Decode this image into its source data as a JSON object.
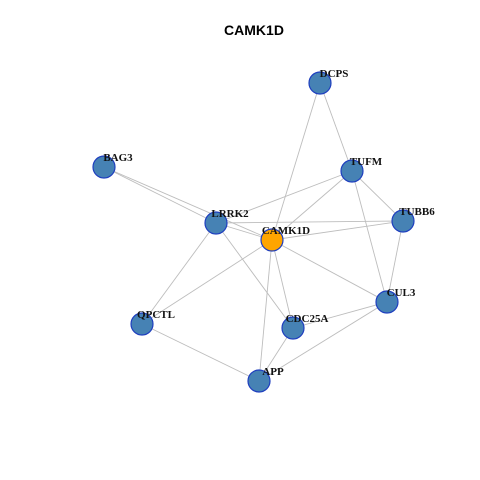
{
  "title": "CAMK1D",
  "colors": {
    "center_node": "#FFA500",
    "node": "#4682B4",
    "node_border": "#1F3FBF",
    "edge": "#BDBDBD"
  },
  "nodes": [
    {
      "id": "DCPS",
      "label": "DCPS",
      "center": false
    },
    {
      "id": "BAG3",
      "label": "BAG3",
      "center": false
    },
    {
      "id": "TUFM",
      "label": "TUFM",
      "center": false
    },
    {
      "id": "LRRK2",
      "label": "LRRK2",
      "center": false
    },
    {
      "id": "TUBB6",
      "label": "TUBB6",
      "center": false
    },
    {
      "id": "CAMK1D",
      "label": "CAMK1D",
      "center": true
    },
    {
      "id": "CUL3",
      "label": "CUL3",
      "center": false
    },
    {
      "id": "QPCTL",
      "label": "QPCTL",
      "center": false
    },
    {
      "id": "CDC25A",
      "label": "CDC25A",
      "center": false
    },
    {
      "id": "APP",
      "label": "APP",
      "center": false
    }
  ],
  "edges": [
    [
      "DCPS",
      "CAMK1D"
    ],
    [
      "DCPS",
      "TUFM"
    ],
    [
      "BAG3",
      "LRRK2"
    ],
    [
      "BAG3",
      "CAMK1D"
    ],
    [
      "TUFM",
      "LRRK2"
    ],
    [
      "TUFM",
      "CAMK1D"
    ],
    [
      "TUFM",
      "TUBB6"
    ],
    [
      "TUFM",
      "CUL3"
    ],
    [
      "LRRK2",
      "TUBB6"
    ],
    [
      "LRRK2",
      "CAMK1D"
    ],
    [
      "LRRK2",
      "QPCTL"
    ],
    [
      "LRRK2",
      "CDC25A"
    ],
    [
      "TUBB6",
      "CAMK1D"
    ],
    [
      "TUBB6",
      "CUL3"
    ],
    [
      "CAMK1D",
      "CUL3"
    ],
    [
      "CAMK1D",
      "CDC25A"
    ],
    [
      "CAMK1D",
      "APP"
    ],
    [
      "CAMK1D",
      "QPCTL"
    ],
    [
      "CUL3",
      "CDC25A"
    ],
    [
      "CUL3",
      "APP"
    ],
    [
      "QPCTL",
      "APP"
    ],
    [
      "CDC25A",
      "APP"
    ]
  ]
}
